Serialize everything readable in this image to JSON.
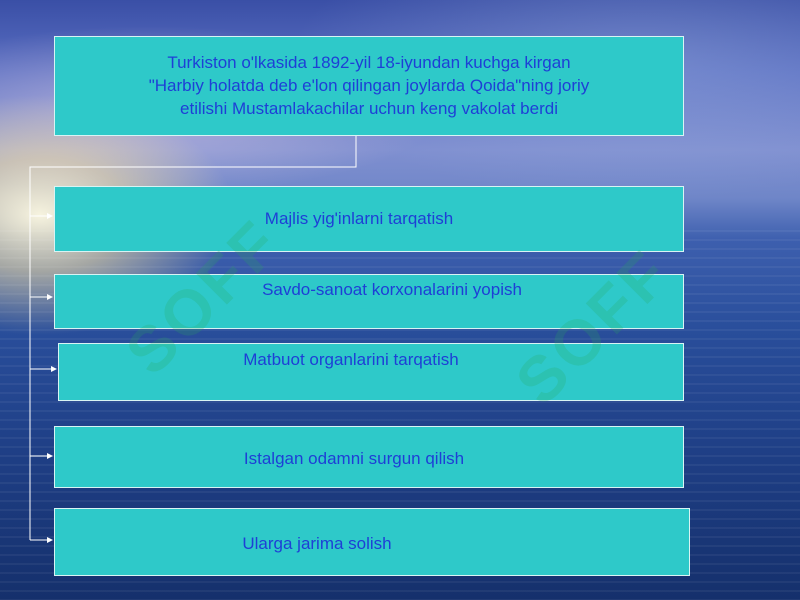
{
  "main_box": {
    "lines": [
      "Turkiston o'lkasida 1892-yil 18-iyundan kuchga kirgan",
      "\"Harbiy holatda deb e'lon qilingan joylarda Qoida\"ning joriy",
      "etilishi Mustamlakachilar uchun keng vakolat berdi"
    ]
  },
  "items": [
    {
      "label": "Majlis yig'inlarni tarqatish"
    },
    {
      "label": "Savdo-sanoat korxonalarini yopish"
    },
    {
      "label": "Matbuot organlarini tarqatish"
    },
    {
      "label": "Istalgan odamni surgun qilish"
    },
    {
      "label": "Ularga jarima solish"
    }
  ],
  "watermark": {
    "text": "SOFF"
  },
  "colors": {
    "box_fill": "#2ec9c9",
    "box_text": "#1e3fd6",
    "connector": "#ffffff"
  }
}
